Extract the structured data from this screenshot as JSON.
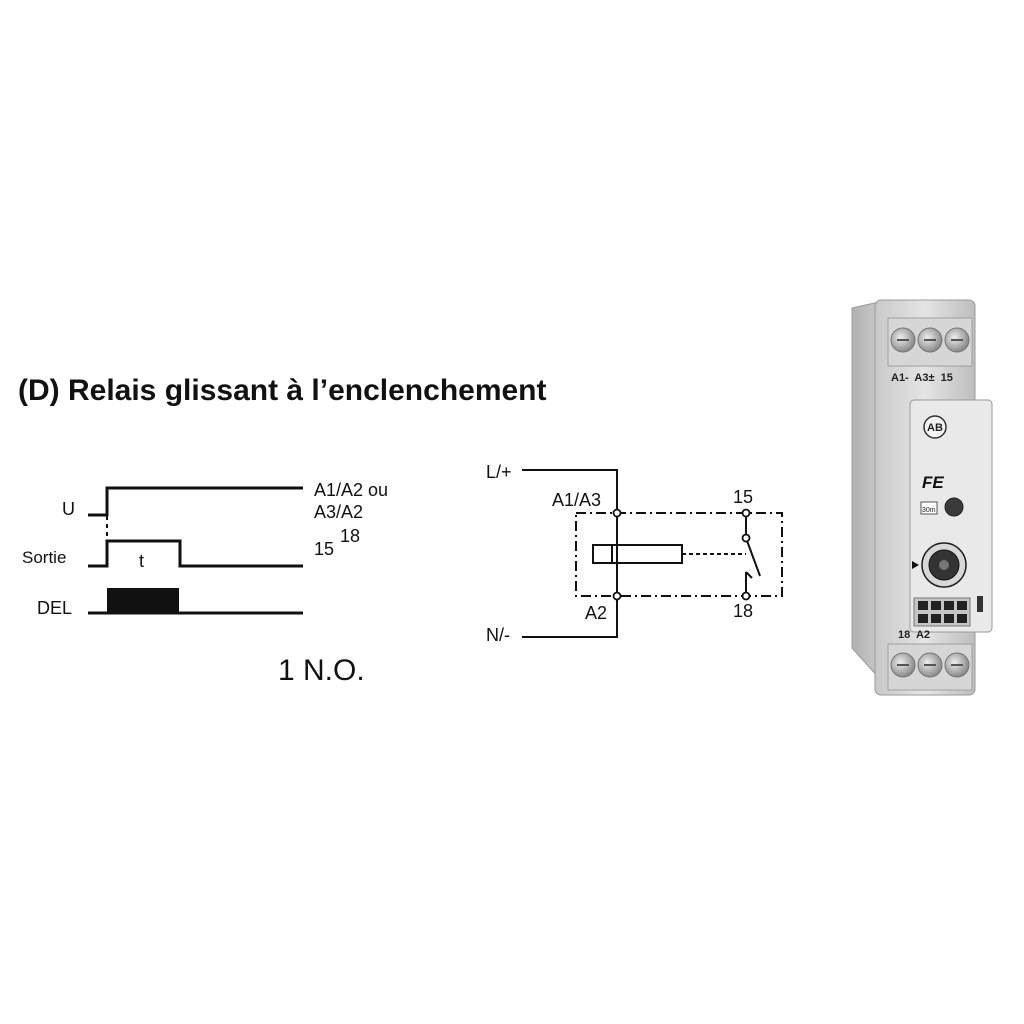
{
  "title": "(D) Relais glissant à l’enclenchement",
  "timing": {
    "u_label": "U",
    "output_label": "Sortie",
    "led_label": "DEL",
    "t_label": "t",
    "supply_line1": "A1/A2 ou",
    "supply_line2": "A3/A2",
    "contact_15": "15",
    "contact_18": "18"
  },
  "contact_type": "1 N.O.",
  "wiring": {
    "line_label": "L/+",
    "neutral_label": "N/-",
    "coil_top": "A1/A3",
    "coil_bottom": "A2",
    "contact_top": "15",
    "contact_bottom": "18"
  },
  "device": {
    "top_terminals": "A1-  A3±  15",
    "logo": "AB",
    "model": "FE",
    "range": "30m",
    "bottom_terminals": "18  A2"
  }
}
